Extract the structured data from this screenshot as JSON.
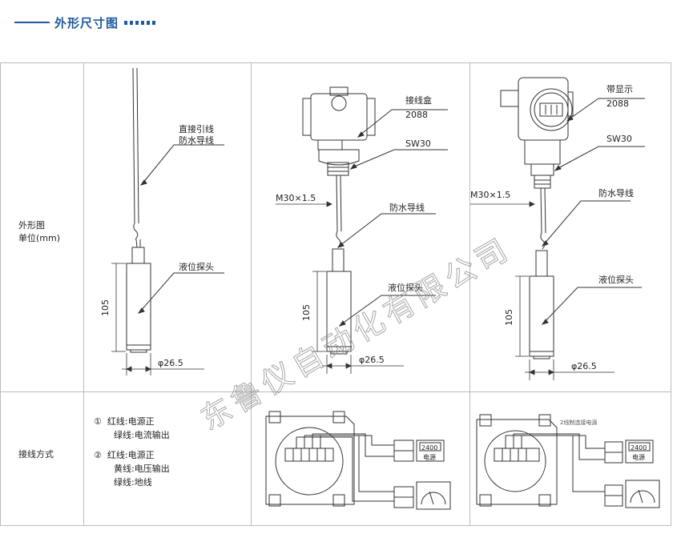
{
  "header": {
    "title": "外形尺寸图"
  },
  "rows": {
    "outline_label": [
      "外形图",
      "单位(mm)"
    ],
    "wiring_label": "接线方式"
  },
  "col1": {
    "lead_label_1": "直接引线",
    "lead_label_2": "防水导线",
    "probe_label": "液位探头",
    "height": "105",
    "diameter": "φ26.5"
  },
  "col2": {
    "box_label_1": "接线盒",
    "box_label_2": "2088",
    "thread_label": "SW30",
    "m_label": "M30×1.5",
    "cable_label": "防水导线",
    "probe_label": "液位探头",
    "height": "105",
    "diameter": "φ26.5"
  },
  "col3": {
    "disp_label_1": "带显示",
    "disp_label_2": "2088",
    "thread_label": "SW30",
    "m_label": "M30×1.5",
    "cable_label": "防水导线",
    "probe_label": "液位探头",
    "height": "105",
    "diameter": "φ26.5"
  },
  "wiring": {
    "m1_num": "①",
    "m1_line1": "红线:电源正",
    "m1_line2": "绿线:电流输出",
    "m2_num": "②",
    "m2_line1": "红线:电源正",
    "m2_line2": "黄线:电压输出",
    "m2_line3": "绿线:地线",
    "meter_display": "2400",
    "meter_label": "电源",
    "tag_small": "2线制连接电源"
  },
  "watermark": "东鲁仪自动化有限公司",
  "colors": {
    "accent": "#1f5a9c",
    "line": "#333333",
    "grid": "#bbbbbb"
  }
}
